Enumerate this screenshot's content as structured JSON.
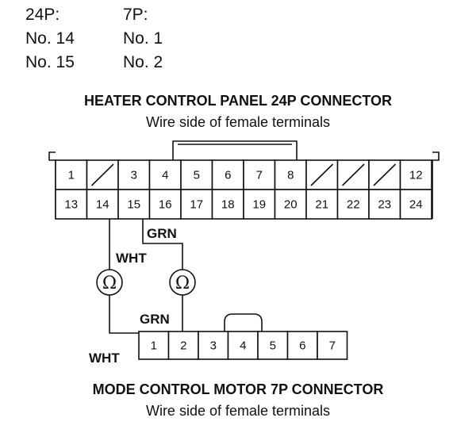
{
  "pin_header": {
    "col1_title": "24P:",
    "col2_title": "7P:",
    "rows": [
      {
        "p24": "No. 14",
        "p7": "No. 1"
      },
      {
        "p24": "No. 15",
        "p7": "No. 2"
      }
    ]
  },
  "connector_24p": {
    "title": "HEATER CONTROL PANEL 24P CONNECTOR",
    "subtitle": "Wire side of female terminals",
    "top_row": [
      "1",
      "",
      "3",
      "4",
      "5",
      "6",
      "7",
      "8",
      "",
      "",
      "",
      "12"
    ],
    "bottom_row": [
      "13",
      "14",
      "15",
      "16",
      "17",
      "18",
      "19",
      "20",
      "21",
      "22",
      "23",
      "24"
    ]
  },
  "connector_7p": {
    "title": "MODE CONTROL MOTOR 7P CONNECTOR",
    "subtitle": "Wire side of female terminals",
    "pins": [
      "1",
      "2",
      "3",
      "4",
      "5",
      "6",
      "7"
    ]
  },
  "wires": {
    "wht_label": "WHT",
    "grn_label": "GRN"
  },
  "meters": {
    "symbol": "Ω"
  }
}
